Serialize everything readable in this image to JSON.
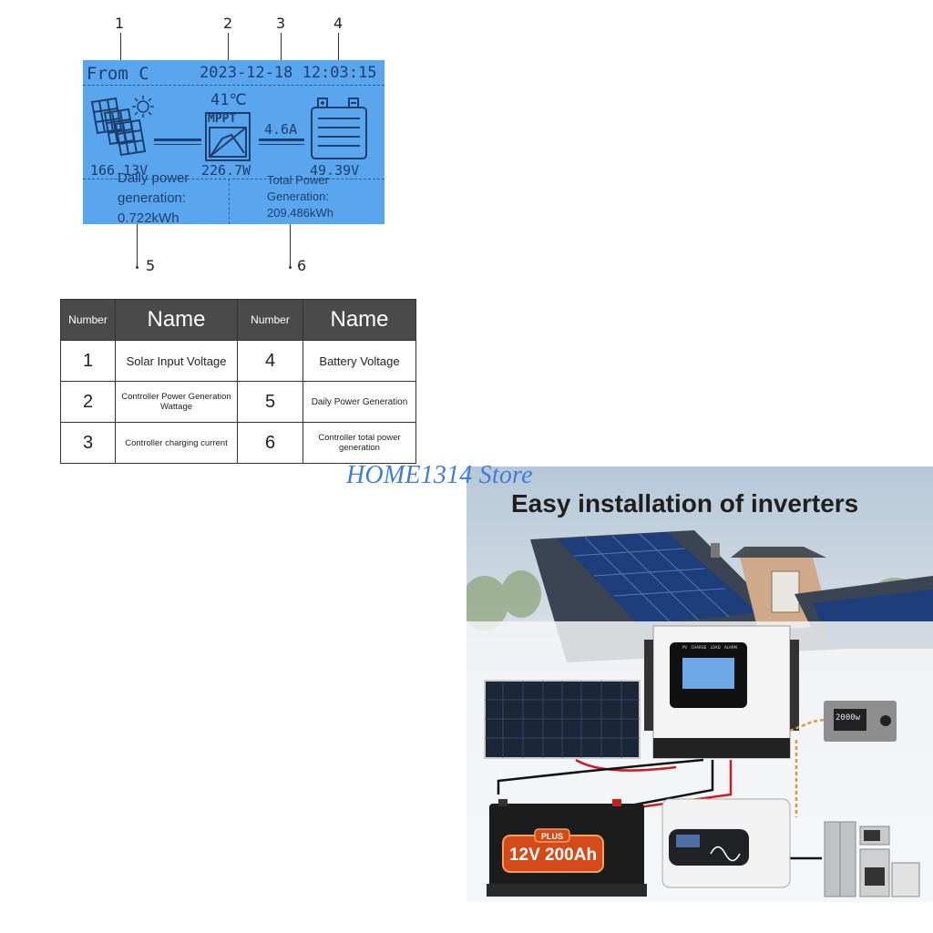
{
  "callouts": [
    "1",
    "2",
    "3",
    "4",
    "5",
    "6"
  ],
  "lcd": {
    "mode": "From C",
    "datetime": "2023-12-18  12:03:15",
    "temperature": "41℃",
    "mppt_label": "MPPT",
    "current": "4.6A",
    "solar_voltage": "166.13V",
    "power": "226.7W",
    "battery_voltage": "49.39V",
    "daily_label_1": "Daily power",
    "daily_label_2": "generation:",
    "daily_value": "0.722kWh",
    "total_label_1": "Total Power",
    "total_label_2": "Generation:",
    "total_value": "209.486kWh"
  },
  "legend": {
    "headers": [
      "Number",
      "Name",
      "Number",
      "Name"
    ],
    "rows": [
      {
        "n1": "1",
        "d1": "Solar Input Voltage",
        "n2": "4",
        "d2": "Battery Voltage"
      },
      {
        "n1": "2",
        "d1": "Controller Power Generation Wattage",
        "n2": "5",
        "d2": "Daily Power Generation"
      },
      {
        "n1": "3",
        "d1": "Controller charging current",
        "n2": "6",
        "d2": "Controller total power generation"
      }
    ]
  },
  "watermark": "HOME1314 Store",
  "photo": {
    "title": "Easy installation of inverters",
    "battery_badge": "PLUS",
    "battery_text": "12V 200Ah",
    "remote_display": "2000w",
    "controller_indicators": [
      "PV",
      "CHARGE",
      "LOAD",
      "ALARM"
    ]
  }
}
